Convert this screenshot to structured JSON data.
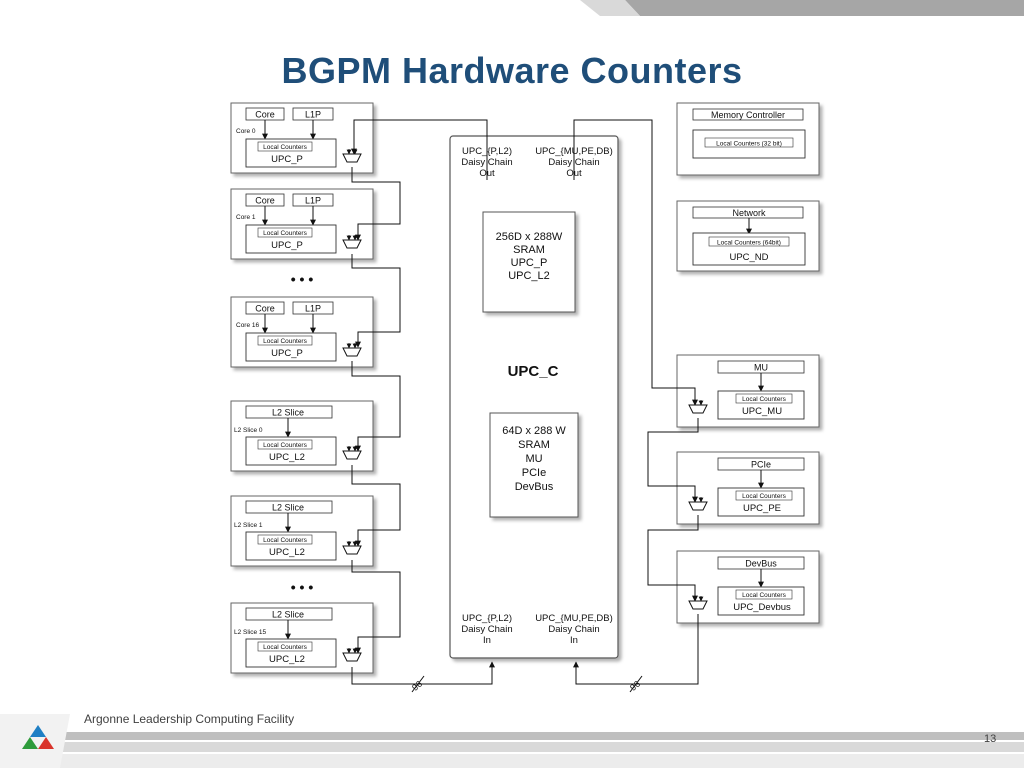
{
  "slide": {
    "title": "BGPM Hardware Counters",
    "footer": "Argonne Leadership Computing Facility",
    "page_number": "13"
  },
  "diagram": {
    "core_units": [
      {
        "core_label": "Core",
        "l1p_label": "L1P",
        "id_label": "Core 0",
        "counters_label": "Local Counters",
        "unit_label": "UPC_P"
      },
      {
        "core_label": "Core",
        "l1p_label": "L1P",
        "id_label": "Core 1",
        "counters_label": "Local Counters",
        "unit_label": "UPC_P"
      },
      {
        "core_label": "Core",
        "l1p_label": "L1P",
        "id_label": "Core 16",
        "counters_label": "Local Counters",
        "unit_label": "UPC_P"
      }
    ],
    "l2_units": [
      {
        "slice_label": "L2 Slice",
        "id_label": "L2 Slice 0",
        "counters_label": "Local Counters",
        "unit_label": "UPC_L2"
      },
      {
        "slice_label": "L2 Slice",
        "id_label": "L2 Slice 1",
        "counters_label": "Local Counters",
        "unit_label": "UPC_L2"
      },
      {
        "slice_label": "L2 Slice",
        "id_label": "L2 Slice 15",
        "counters_label": "Local Counters",
        "unit_label": "UPC_L2"
      }
    ],
    "ellipsis": "• • •",
    "upc_c": {
      "label": "UPC_C",
      "out_left": [
        "UPC_{P,L2)",
        "Daisy Chain",
        "Out"
      ],
      "out_right": [
        "UPC_{MU,PE,DB)",
        "Daisy Chain",
        "Out"
      ],
      "in_left": [
        "UPC_{P,L2)",
        "Daisy Chain",
        "In"
      ],
      "in_right": [
        "UPC_{MU,PE,DB)",
        "Daisy Chain",
        "In"
      ],
      "sram1": [
        "256D x 288W",
        "SRAM",
        "",
        "UPC_P",
        "UPC_L2"
      ],
      "sram2": [
        "64D x 288 W",
        "SRAM",
        "",
        "MU",
        "PCIe",
        "DevBus"
      ]
    },
    "memory_controller": {
      "label": "Memory Controller",
      "counters_label": "Local Counters (32 bit)"
    },
    "network": {
      "label": "Network",
      "counters_label": "Local Counters (64bit)",
      "unit_label": "UPC_ND"
    },
    "right_units": [
      {
        "label": "MU",
        "counters_label": "Local Counters",
        "unit_label": "UPC_MU"
      },
      {
        "label": "PCIe",
        "counters_label": "Local Counters",
        "unit_label": "UPC_PE"
      },
      {
        "label": "DevBus",
        "counters_label": "Local Counters",
        "unit_label": "UPC_Devbus"
      }
    ],
    "bus_width_left": "96",
    "bus_width_right": "96"
  }
}
